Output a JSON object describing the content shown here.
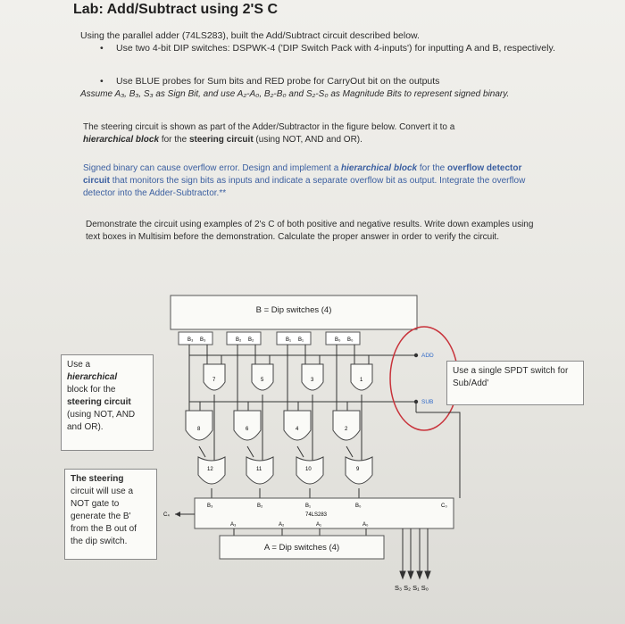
{
  "title": "Lab: Add/Subtract using 2'S C",
  "intro": "Using the parallel adder (74LS283), built the Add/Subtract circuit described below.",
  "bullet1": "Use two 4-bit DIP switches: DSPWK-4 ('DIP Switch Pack with 4-inputs') for inputting A and B, respectively.",
  "bullet2": "Use BLUE probes for Sum bits and RED probe for CarryOut bit on the outputs",
  "assume": "Assume A₃, B₃, S₃ as Sign Bit, and use A₂-A₀, B₂-B₀ and S₂-S₀ as Magnitude Bits to represent signed binary.",
  "para_steering_a": "The steering circuit is shown as part of the Adder/Subtractor in the figure below. Convert it to a",
  "para_steering_b1": "hierarchical block",
  "para_steering_b2": " for the ",
  "para_steering_b3": "steering circuit",
  "para_steering_b4": " (using NOT, AND and OR).",
  "overflow_a": "Signed binary can cause overflow error. Design and implement a ",
  "overflow_b": "hierarchical block",
  "overflow_c": " for the ",
  "overflow_d": "overflow detector circuit",
  "overflow_e": " that monitors the sign bits as inputs and indicate a separate overflow bit as output. Integrate the overflow detector into the Adder-Subtractor.**",
  "demo": "Demonstrate the circuit using examples of 2's C of both positive and negative results. Write down examples using text boxes in Multisim before the demonstration. Calculate the proper answer in order to verify the circuit.",
  "diagram": {
    "b_switches": "B = Dip switches (4)",
    "a_switches": "A = Dip switches (4)",
    "chip": "74LS283",
    "add": "ADD",
    "sub": "SUB",
    "b_pins": [
      "B₃",
      "B₃",
      "B₂",
      "B₂",
      "B₁",
      "B₁",
      "B₀",
      "B₀"
    ],
    "xor_nums": [
      "7",
      "5",
      "3",
      "1"
    ],
    "and_nums": [
      "8",
      "6",
      "4",
      "2"
    ],
    "or_nums": [
      "12",
      "11",
      "10",
      "9"
    ],
    "chip_b": [
      "B₃",
      "B₂",
      "B₁",
      "B₀"
    ],
    "chip_a": [
      "A₃",
      "A₂",
      "A₁",
      "A₀"
    ],
    "c4": "C₄",
    "c0": "C₀",
    "sum_out": "S₃ S₂ S₁ S₀"
  },
  "note_hier": {
    "l1": "Use a",
    "l2": "hierarchical",
    "l3": "block for the",
    "l4": "steering circuit",
    "l5": "(using NOT, AND",
    "l6": "and OR)."
  },
  "note_steer": {
    "l1": "The steering",
    "l2": "circuit will use a",
    "l3": "NOT gate to",
    "l4": "generate the B'",
    "l5": "from the B out of",
    "l6": "the dip switch."
  },
  "note_spdt": "Use a single SPDT switch for Sub/Add'"
}
